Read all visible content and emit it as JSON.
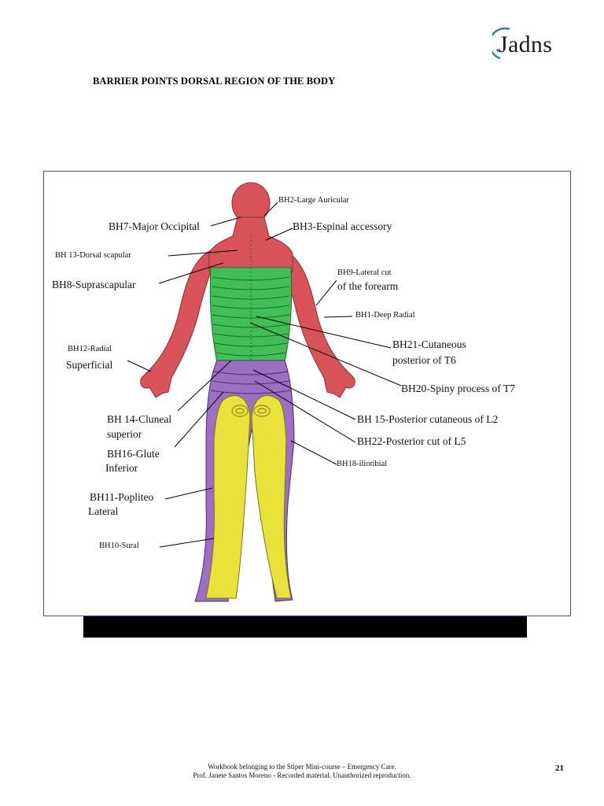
{
  "logo": {
    "text": "Jadns"
  },
  "document": {
    "title": "BARRIER POINTS DORSAL REGION OF THE BODY"
  },
  "labels": {
    "bh2": "BH2-Large Auricular",
    "bh7": "BH7-Major Occipital",
    "bh3": "BH3-Espinal accessory",
    "bh13": "BH 13-Dorsal scapular",
    "bh8": "BH8-Suprascapular",
    "bh9_line1": "BH9-Lateral cut",
    "bh9_line2": "of the forearm",
    "bh1": "BH1-Deep Radial",
    "bh12_line1": "BH12-Radial",
    "bh12_line2": "Superficial",
    "bh21_line1": "BH21-Cutaneous",
    "bh21_line2": "posterior of T6",
    "bh20": "BH20-Spiny process of T7",
    "bh14_line1": "BH 14-Cluneal",
    "bh14_line2": "superior",
    "bh15": "BH 15-Posterior cutaneous of L2",
    "bh22": "BH22-Posterior cut of L5",
    "bh16_line1": "BH16-Glute",
    "bh16_line2": "Inferior",
    "bh18": "BH18-iliotibial",
    "bh11_line1": "BH11-Popliteo",
    "bh11_line2": "Lateral",
    "bh10": "BH10-Sural"
  },
  "footer": {
    "line1": "Workbook belonging to the Stiper Mini-course – Emergency Care.",
    "line2": "Prof. Janete Santos Moreno - Recorded material. Unauthorized reproduction.",
    "page_number": "21"
  },
  "colors": {
    "head_arms": "#d9535a",
    "back": "#3fbf56",
    "lower": "#9b6fc1",
    "legs": "#e9e23a",
    "frame": "#4a4aa6"
  }
}
